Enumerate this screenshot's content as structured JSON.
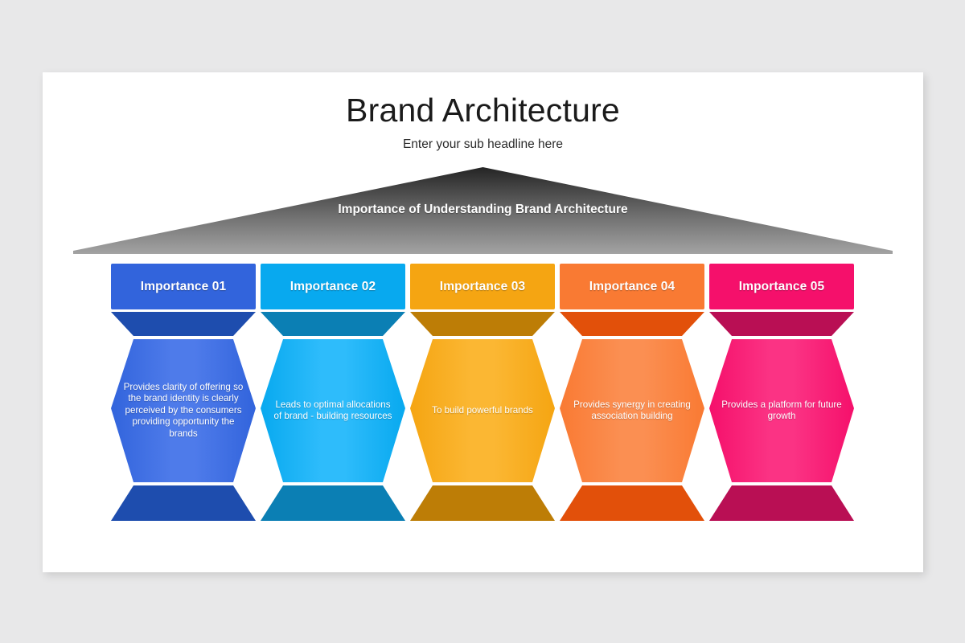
{
  "slide": {
    "title": "Brand Architecture",
    "subtitle": "Enter your sub headline here",
    "roof": {
      "label": "Importance of Understanding Brand Architecture",
      "color_dark": "#2b2b2b",
      "color_light": "#9d9d9d"
    },
    "columns": [
      {
        "header": "Importance 01",
        "body": "Provides clarity of offering so the brand identity is clearly perceived by the consumers providing opportunity the brands",
        "color": "#3264DC",
        "color_dark": "#1E4DAE",
        "color_light": "#4E7BEA"
      },
      {
        "header": "Importance 02",
        "body": "Leads to optimal allocations of brand - building resources",
        "color": "#08A9EF",
        "color_dark": "#0B7FB4",
        "color_light": "#2EBCFB"
      },
      {
        "header": "Importance 03",
        "body": "To build powerful brands",
        "color": "#F5A512",
        "color_dark": "#BD7D06",
        "color_light": "#FBB733"
      },
      {
        "header": "Importance 04",
        "body": "Provides synergy in creating association building",
        "color": "#F97A33",
        "color_dark": "#E2500A",
        "color_light": "#FB8F52"
      },
      {
        "header": "Importance 05",
        "body": "Provides a platform for future growth",
        "color": "#F5106B",
        "color_dark": "#B90F54",
        "color_light": "#FB3384"
      }
    ]
  }
}
